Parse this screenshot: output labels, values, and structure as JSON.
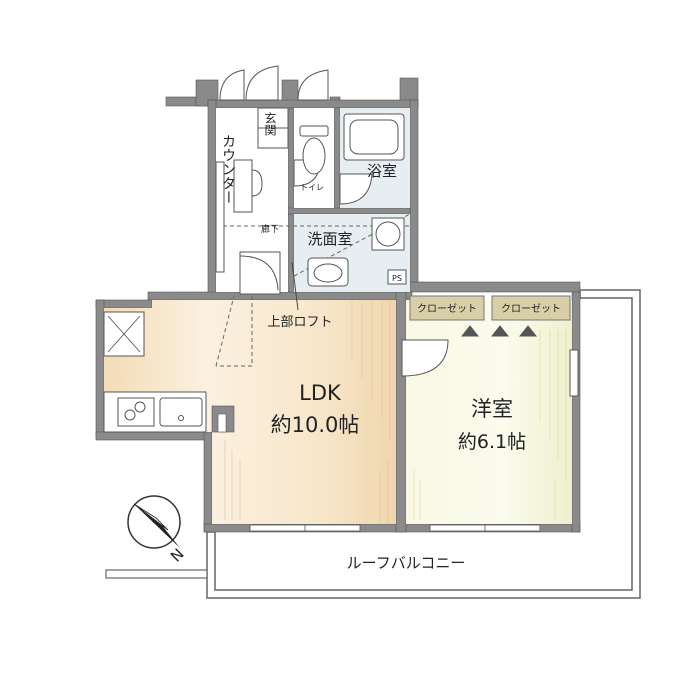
{
  "rooms": {
    "ldk": {
      "name": "LDK",
      "size": "約10.0帖"
    },
    "western": {
      "name": "洋室",
      "size": "約6.1帖"
    },
    "bath": {
      "name": "浴室"
    },
    "washroom": {
      "name": "洗面室"
    },
    "toilet": {
      "name": "トイレ"
    },
    "entrance": {
      "name": "玄関"
    },
    "corridor": {
      "name": "廊下"
    }
  },
  "labels": {
    "counter": "カウンター",
    "loft": "上部ロフト",
    "closet1": "クローゼット",
    "closet2": "クローゼット",
    "ps": "PS",
    "balcony": "ルーフバルコニー",
    "north": "N"
  },
  "colors": {
    "wall": "#8a8a8a",
    "ldk_floor": "#f6e6cc",
    "western_floor": "#f7f5dc",
    "wet_floor": "#e6eef2",
    "closet": "#d8cfa8"
  }
}
